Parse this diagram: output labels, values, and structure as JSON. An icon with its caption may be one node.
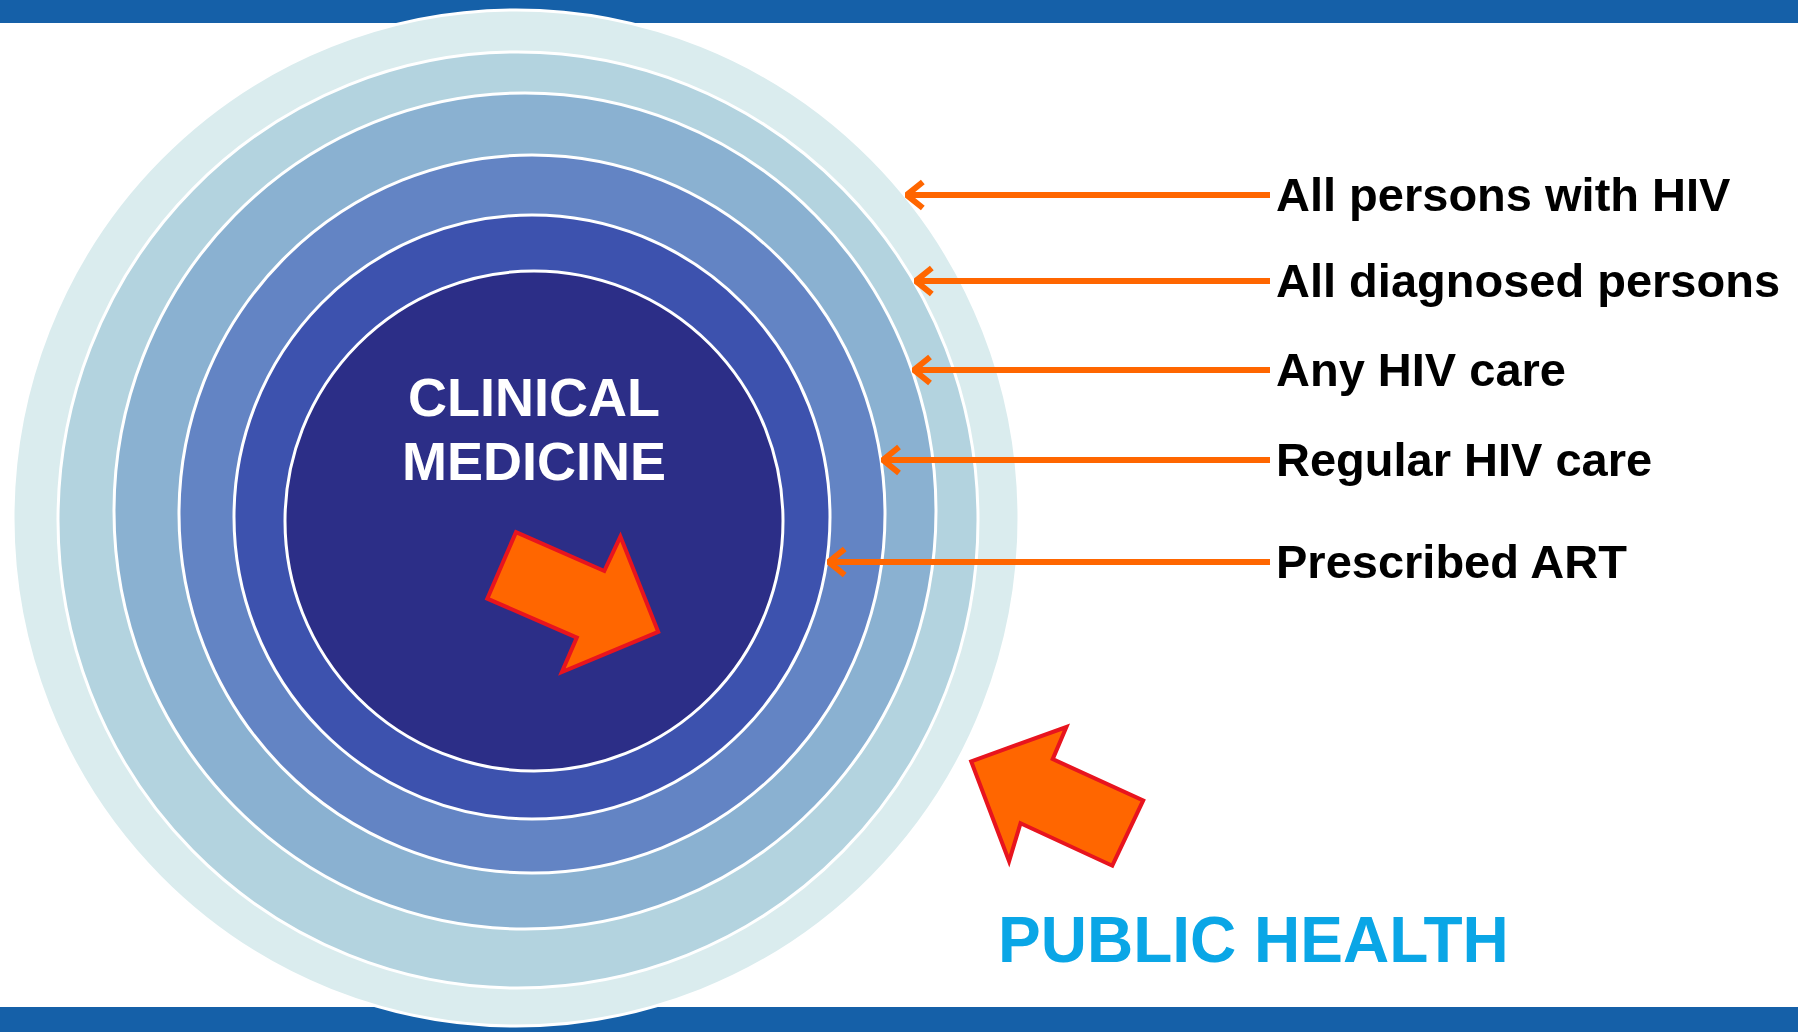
{
  "diagram": {
    "nodes": [
      {
        "text": [],
        "shape": "circle"
      },
      {
        "text": [],
        "shape": "circle",
        "in": 0
      },
      {
        "text": [],
        "shape": "circle",
        "in": 1
      },
      {
        "text": [],
        "shape": "circle",
        "in": 2
      },
      {
        "text": [],
        "shape": "circle",
        "in": 3
      },
      {
        "text": [
          "CLINICAL MEDICINE"
        ],
        "in": 4
      },
      {
        "text": [
          "All persons with HIV"
        ]
      },
      {
        "text": [
          "All diagnosed persons"
        ]
      },
      {
        "text": [
          "Any HIV care"
        ]
      },
      {
        "text": [
          "Regular HIV care"
        ]
      },
      {
        "text": [
          "Prescribed ART"
        ]
      }
    ],
    "edges": [
      {
        "from": 6,
        "to": 0,
        "arrow": "to"
      },
      {
        "from": 7,
        "to": 1,
        "arrow": "to"
      },
      {
        "from": 8,
        "to": 2,
        "arrow": "to"
      },
      {
        "from": 9,
        "to": 3,
        "arrow": "to"
      },
      {
        "from": 10,
        "to": 4,
        "arrow": "to"
      }
    ],
    "labels": [
      "PUBLIC HEALTH"
    ]
  }
}
